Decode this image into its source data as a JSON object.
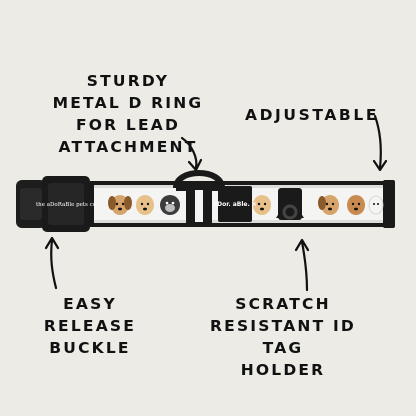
{
  "labels": {
    "ring": "STURDY\nMETAL D RING\nFOR LEAD\nATTACHMENT",
    "adjustable": "ADJUSTABLE",
    "buckle": "EASY\nRELEASE\nBUCKLE",
    "id_tag": "SCRATCH\nRESISTANT ID TAG\nHOLDER"
  },
  "product": {
    "buckle_logo": "the aDoRaBle pets co",
    "id_tag_logo": "aDor. aBle. ×"
  },
  "colors": {
    "background": "#ecebe6",
    "strap": "#f4f4f2",
    "hardware": "#1a1a1a",
    "text": "#111111"
  }
}
